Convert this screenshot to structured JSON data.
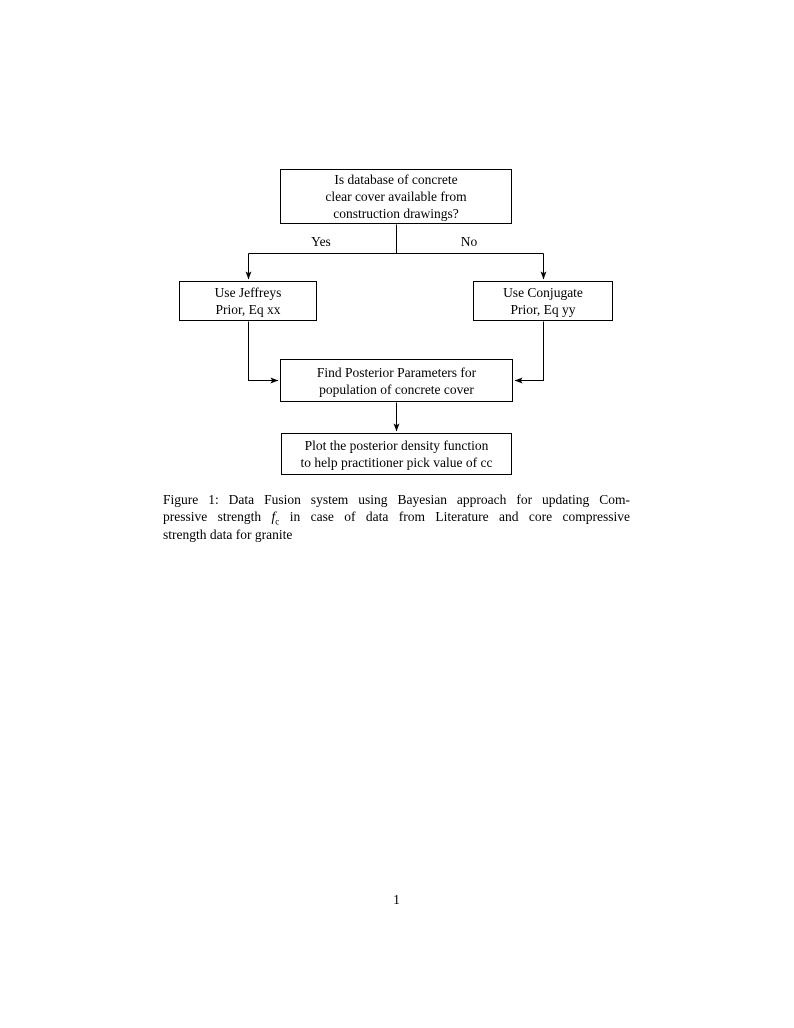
{
  "page": {
    "background_color": "#ffffff",
    "text_color": "#000000",
    "number": "1"
  },
  "flowchart": {
    "line_color": "#000000",
    "nodes": {
      "decision": {
        "lines": [
          "Is database of concrete",
          "clear cover available from",
          "construction drawings?"
        ]
      },
      "jeffreys": {
        "lines": [
          "Use Jeffreys",
          "Prior, Eq xx"
        ]
      },
      "conjugate": {
        "lines": [
          "Use Conjugate",
          "Prior, Eq yy"
        ]
      },
      "posterior": {
        "lines": [
          "Find Posterior Parameters for",
          "population of concrete cover"
        ]
      },
      "plot": {
        "lines": [
          "Plot the posterior density function",
          "to help practitioner pick value of cc"
        ]
      }
    },
    "edge_labels": {
      "yes": "Yes",
      "no": "No"
    }
  },
  "caption": {
    "line1": "Figure 1: Data Fusion system using Bayesian approach for updating Com-",
    "line2_pre": "pressive strength ",
    "math_var": "f",
    "math_sub": "c",
    "line2_post": " in case of data from Literature and core compressive",
    "line3": "strength data for granite"
  }
}
